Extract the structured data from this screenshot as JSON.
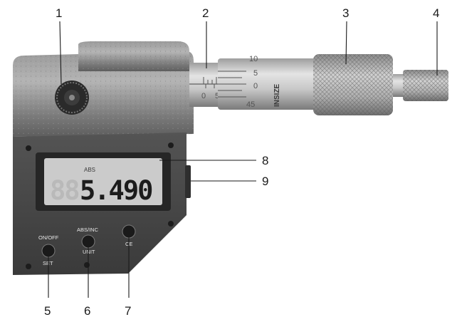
{
  "callouts": [
    "1",
    "2",
    "3",
    "4",
    "5",
    "6",
    "7",
    "8",
    "9"
  ],
  "display": {
    "mode": "ABS",
    "reading": "5.490",
    "ghost_digits": "88"
  },
  "buttons": {
    "onoff": {
      "top": "ON/OFF",
      "bottom": "SET"
    },
    "absinc": {
      "top": "ABS/INC",
      "bottom": "UNIT"
    },
    "clear": {
      "label": "CE"
    }
  },
  "thimble_scale": [
    "10",
    "5",
    "0",
    "45"
  ],
  "sleeve_scale": [
    "0",
    "5"
  ],
  "brand": "INSIZE",
  "colors": {
    "frame": "#8c8c8c",
    "display_housing": "#4a4a4a",
    "lcd": "#c9c9c9",
    "metal": "#c4c4c4"
  }
}
